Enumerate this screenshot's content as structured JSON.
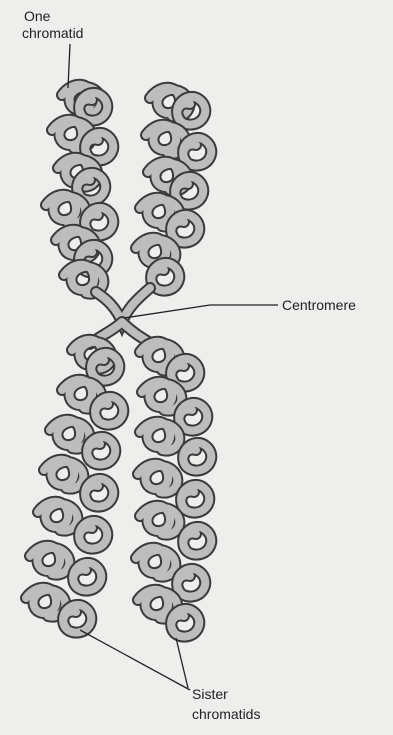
{
  "labels": {
    "one": "One",
    "chromatid": "chromatid",
    "centromere": "Centromere",
    "sister": "Sister",
    "chromatids": "chromatids"
  },
  "colors": {
    "fiber_fill": "#bdbdbd",
    "fiber_stroke": "#3a3a3a",
    "leader": "#222222",
    "background": "#eeeeec"
  }
}
